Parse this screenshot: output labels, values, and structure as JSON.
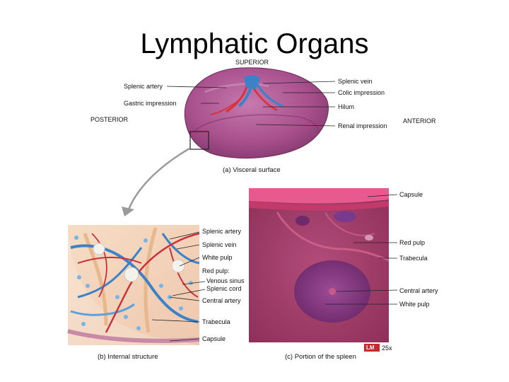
{
  "slide": {
    "title": "Lymphatic Organs"
  },
  "panel_a": {
    "orientation": {
      "superior": "SUPERIOR",
      "posterior": "POSTERIOR",
      "anterior": "ANTERIOR"
    },
    "labels_left": [
      "Splenic artery",
      "Gastric impression"
    ],
    "labels_right": [
      "Splenic vein",
      "Colic impression",
      "Hilum",
      "Renal impression"
    ],
    "caption": "(a) Visceral surface"
  },
  "panel_b": {
    "labels": [
      "Splenic artery",
      "Splenic vein",
      "White pulp",
      "Red pulp:",
      "Venous sinus",
      "Splenic cord",
      "Central artery",
      "Trabecula",
      "Capsule"
    ],
    "caption": "(b) Internal structure"
  },
  "panel_c": {
    "labels": [
      "Capsule",
      "Red pulp",
      "Trabecula",
      "Central artery",
      "White pulp"
    ],
    "badge": "LM",
    "magnification": "25x",
    "caption": "(c) Portion of the spleen"
  },
  "colors": {
    "spleen": "#a8508c",
    "artery": "#d8323c",
    "vein": "#3c82c8",
    "micrograph": "#a8406e",
    "white_pulp": "#7a3a8c"
  }
}
